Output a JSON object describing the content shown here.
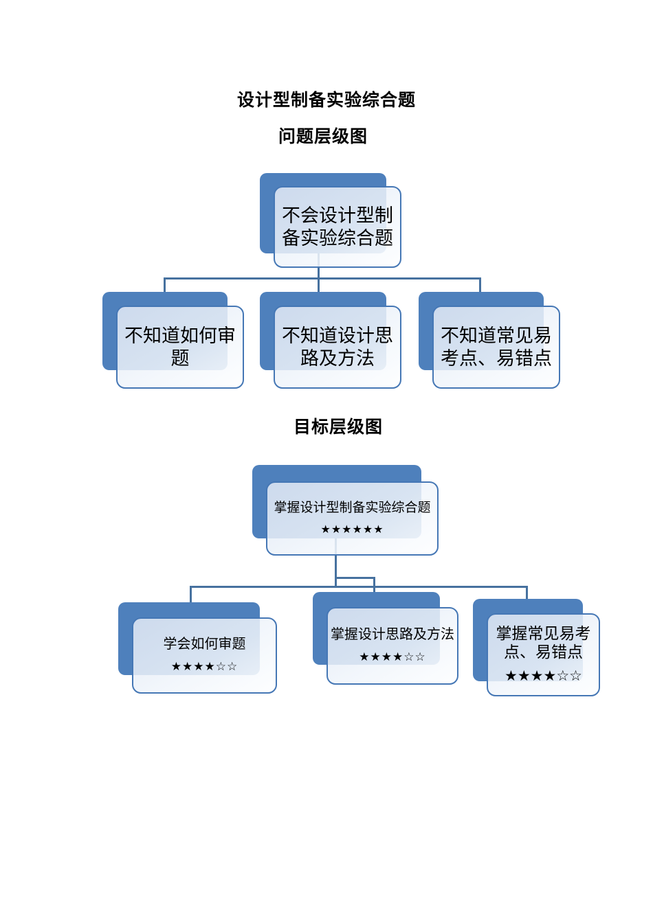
{
  "page": {
    "title": "设计型制备实验综合题"
  },
  "colors": {
    "node_back_blue": "#4E80BC",
    "node_border_blue": "#4577B5",
    "node_fill_light": "#E7EDF7",
    "connector_blue": "#46719F",
    "text_black": "#000000"
  },
  "diagram1": {
    "heading": "问题层级图",
    "root": {
      "lines": [
        "不会设计型制",
        "备实验综合题"
      ]
    },
    "children": [
      {
        "lines": [
          "不知道如何审",
          "题"
        ]
      },
      {
        "lines": [
          "不知道设计思",
          "路及方法"
        ]
      },
      {
        "lines": [
          "不知道常见易",
          "考点、易错点"
        ]
      }
    ]
  },
  "diagram2": {
    "heading": "目标层级图",
    "root": {
      "lines": [
        "掌握设计型制备实验综合题"
      ],
      "stars": "★★★★★★"
    },
    "children": [
      {
        "lines": [
          "学会如何审题"
        ],
        "stars": "★★★★☆☆"
      },
      {
        "lines": [
          "掌握设计思路及方法"
        ],
        "stars": "★★★★☆☆"
      },
      {
        "lines": [
          "掌握常见易考",
          "点、易错点"
        ],
        "stars": "★★★★☆☆"
      }
    ]
  }
}
